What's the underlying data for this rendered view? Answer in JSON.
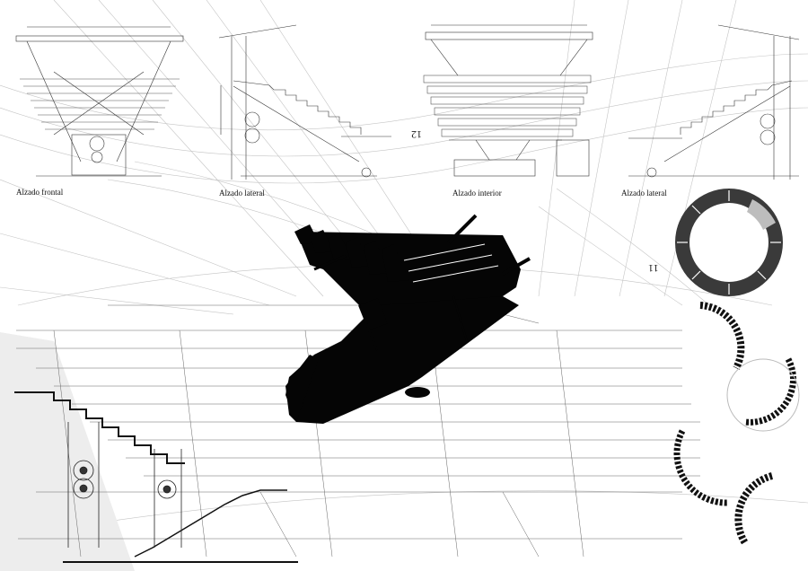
{
  "captions": {
    "frontal": "Alzado frontal",
    "lateral_left": "Alzado lateral",
    "interior": "Alzado interior",
    "lateral_right": "Alzado lateral"
  },
  "sheet_numbers": {
    "n12": "12",
    "n11": "11"
  },
  "colors": {
    "ink": "#111111",
    "line": "#6b6b6b",
    "faint": "#b8b8b8",
    "ringgrey": "#8a8a8a",
    "paper": "#ffffff"
  }
}
